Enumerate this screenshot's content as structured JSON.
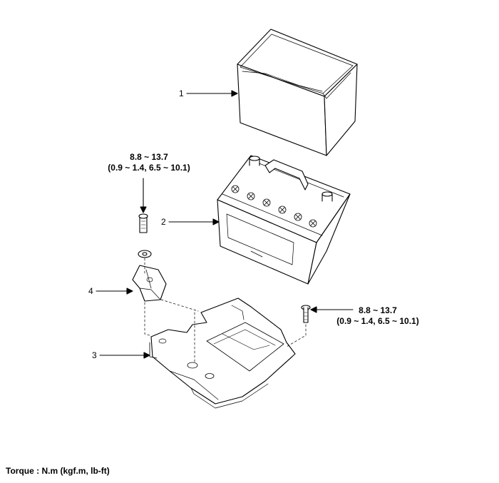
{
  "callouts": {
    "c1": "1",
    "c2": "2",
    "c3": "3",
    "c4": "4"
  },
  "torque_left": {
    "line1": "8.8 ~ 13.7",
    "line2": "(0.9 ~ 1.4, 6.5 ~ 10.1)"
  },
  "torque_right": {
    "line1": "8.8 ~ 13.7",
    "line2": "(0.9 ~ 1.4, 6.5 ~ 10.1)"
  },
  "footer": {
    "torque_unit": "Torque : N.m (kgf.m, lb-ft)"
  },
  "colors": {
    "line": "#000000",
    "background": "#ffffff"
  }
}
